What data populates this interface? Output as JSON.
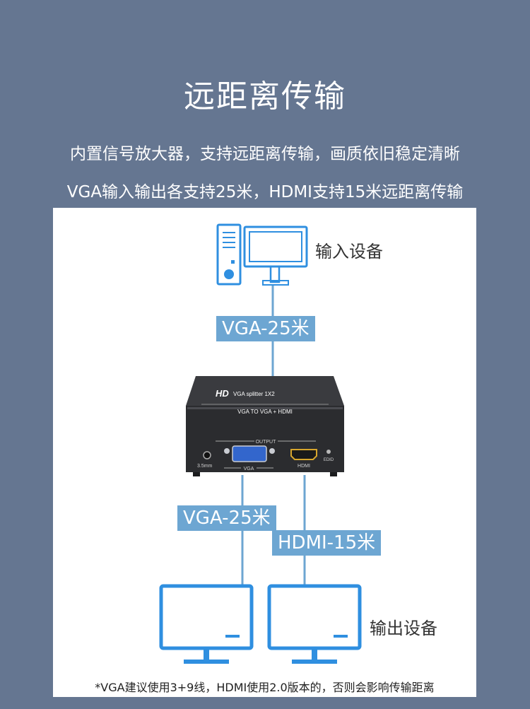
{
  "title": "远距离传输",
  "subtitle_line1": "内置信号放大器，支持远距离传输，画质依旧稳定清晰",
  "subtitle_line2": "VGA输入输出各支持25米，HDMI支持15米远距离传输",
  "diagram": {
    "input_device_label": "输入设备",
    "output_device_label": "输出设备",
    "cable_in_label": "VGA-25米",
    "cable_out_vga_label": "VGA-25米",
    "cable_out_hdmi_label": "HDMI-15米",
    "device": {
      "brand_mark": "HD",
      "model": "VGA splitter 1X2",
      "subtitle": "VGA TO VGA + HDMI",
      "output_label": "OUTPUT",
      "port_audio": "3.5mm",
      "port_vga": "VGA",
      "port_hdmi": "HDMI",
      "port_edid": "EDID"
    }
  },
  "footnote": "*VGA建议使用3+9线，HDMI使用2.0版本的，否则会影响传输距离",
  "colors": {
    "background": "#657691",
    "accent_blue": "#2f8fe0",
    "label_blue": "#6da6d2",
    "device_body": "#2b2c2f"
  }
}
